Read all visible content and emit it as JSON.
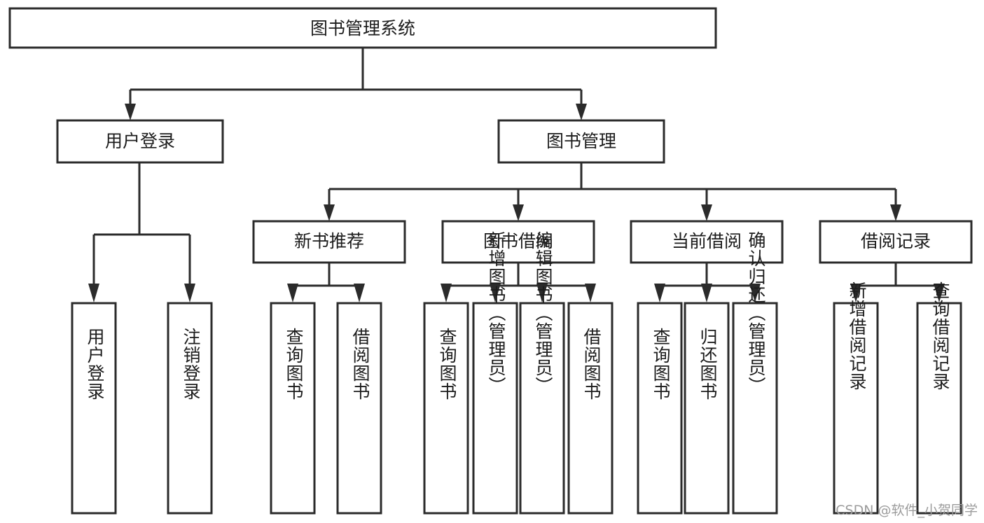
{
  "diagram": {
    "type": "hierarchy-tree",
    "title": "图书管理系统",
    "levels": 4,
    "root": {
      "id": "root",
      "label": "图书管理系统"
    },
    "level2": [
      {
        "id": "user-login",
        "label": "用户登录"
      },
      {
        "id": "book-management",
        "label": "图书管理"
      }
    ],
    "level3": [
      {
        "id": "new-book-recommend",
        "label": "新书推荐",
        "parent": "book-management"
      },
      {
        "id": "book-borrow",
        "label": "图书借阅",
        "parent": "book-management"
      },
      {
        "id": "current-borrow",
        "label": "当前借阅",
        "parent": "book-management"
      },
      {
        "id": "borrow-record",
        "label": "借阅记录",
        "parent": "book-management"
      }
    ],
    "leaves": [
      {
        "id": "leaf-user-login",
        "label": "用户登录",
        "parent": "user-login"
      },
      {
        "id": "leaf-logout-login",
        "label": "注销登录",
        "parent": "user-login"
      },
      {
        "id": "leaf-query-book-1",
        "label": "查询图书",
        "parent": "new-book-recommend"
      },
      {
        "id": "leaf-borrow-book-1",
        "label": "借阅图书",
        "parent": "new-book-recommend"
      },
      {
        "id": "leaf-query-book-2",
        "label": "查询图书",
        "parent": "book-borrow"
      },
      {
        "id": "leaf-add-book",
        "label": "新增图书（管理员）",
        "parent": "book-borrow"
      },
      {
        "id": "leaf-edit-book",
        "label": "编辑图书（管理员）",
        "parent": "book-borrow"
      },
      {
        "id": "leaf-borrow-book-2",
        "label": "借阅图书",
        "parent": "book-borrow"
      },
      {
        "id": "leaf-query-book-3",
        "label": "查询图书",
        "parent": "current-borrow"
      },
      {
        "id": "leaf-return-book",
        "label": "归还图书",
        "parent": "current-borrow"
      },
      {
        "id": "leaf-confirm-return",
        "label": "确认归还（管理员）",
        "parent": "current-borrow"
      },
      {
        "id": "leaf-add-record",
        "label": "新增借阅记录",
        "parent": "borrow-record"
      },
      {
        "id": "leaf-query-record",
        "label": "查询借阅记录",
        "parent": "borrow-record"
      }
    ]
  },
  "watermark": {
    "text": "CSDN @软件_小贺同学"
  },
  "colors": {
    "background": "#ffffff",
    "box_fill": "#ffffff",
    "box_stroke": "#2b2b2b",
    "text": "#1c1c1c",
    "watermark": "#9c9c9c"
  }
}
